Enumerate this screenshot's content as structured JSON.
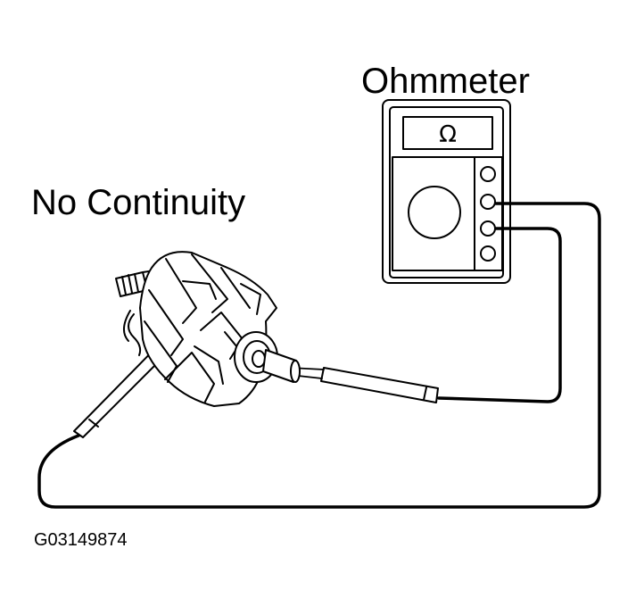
{
  "labels": {
    "instrument": "Ohmmeter",
    "result": "No Continuity",
    "figure_code": "G03149874",
    "ohm_symbol": "Ω"
  },
  "colors": {
    "ink": "#000000",
    "paper": "#ffffff"
  }
}
